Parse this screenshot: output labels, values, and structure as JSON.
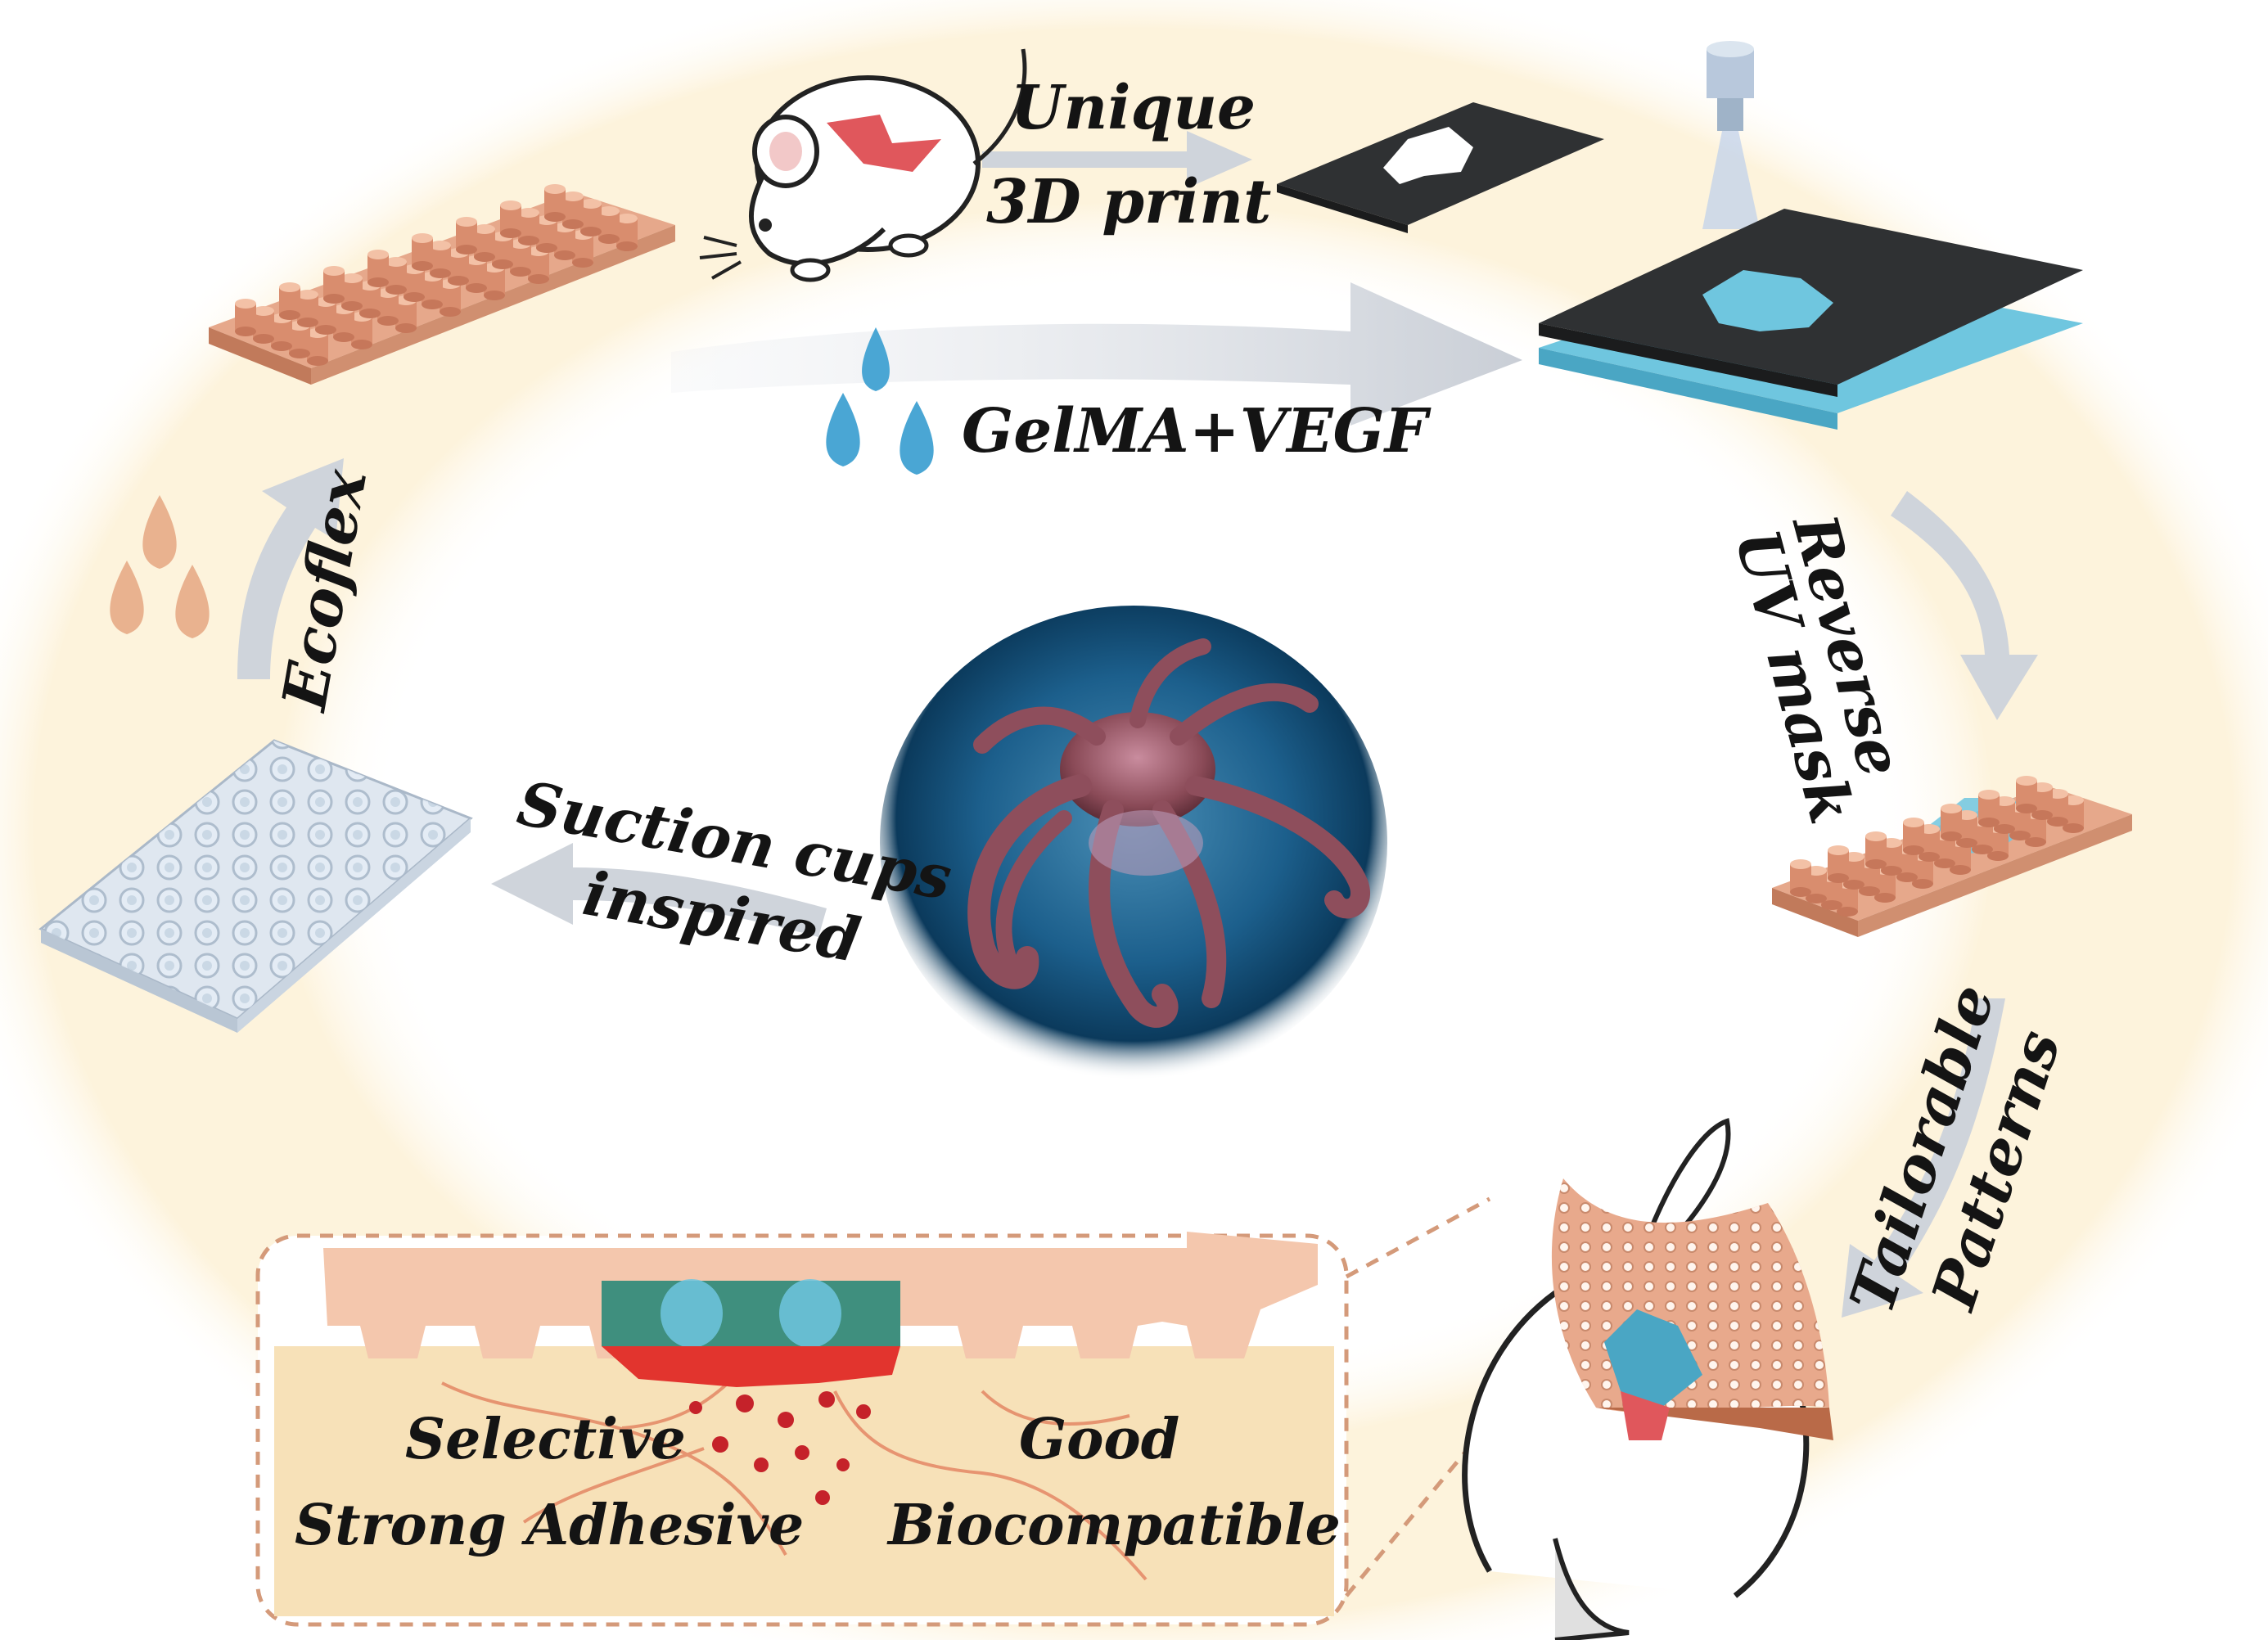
{
  "labels": {
    "unique": "Unique",
    "print3d": "3D print",
    "gelma": "GelMA+VEGF",
    "reverse": "Reverse",
    "uvmask": "UV mask",
    "ecoflex": "Ecoflex",
    "suction": "Suction cups",
    "inspired": "inspired",
    "tailorable": "Tailorable",
    "patterns": "Patterns",
    "selective": "Selective",
    "strong_adhesive": "Strong Adhesive",
    "good": "Good",
    "biocompatible": "Biocompatible"
  },
  "colors": {
    "ring": "#fdf3dc",
    "arrow": "#d2d6dc",
    "copper": "#e6a88b",
    "copper_dark": "#c17a5b",
    "pillar": "#d98d6e",
    "mask": "#2f3133",
    "hydrogel": "#6fc6df",
    "droplet_blue": "#4aa6d4",
    "droplet_peach": "#e9b28f",
    "tissue": "#f7e1b8",
    "skin": "#f4c7ad",
    "gel_green": "#3f8f7e",
    "blood": "#d8262a",
    "ocean": "#0f4f7a"
  }
}
